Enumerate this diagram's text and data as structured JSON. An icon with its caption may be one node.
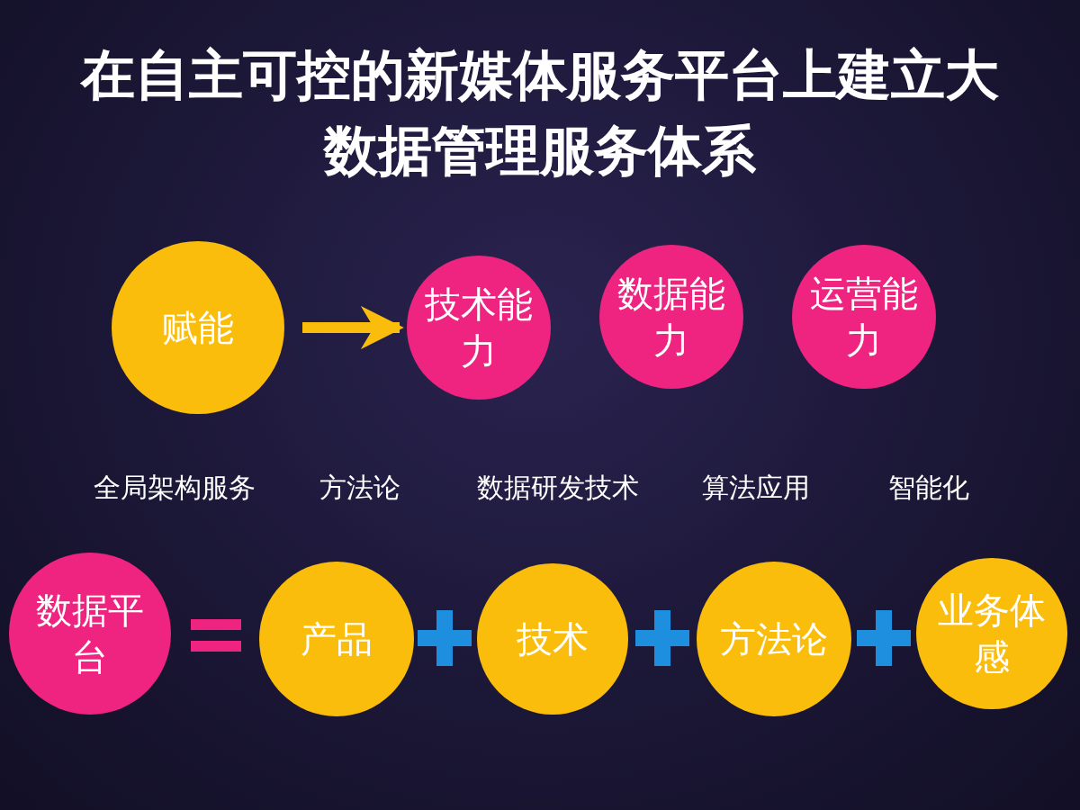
{
  "diagram": {
    "title": "在自主可控的新媒体服务平台上建立大数据管理服务体系",
    "nodes": [
      {
        "text": [
          "赋能"
        ]
      },
      {
        "text": [
          "技术能力"
        ]
      },
      {
        "text": [
          "数据能力"
        ]
      },
      {
        "text": [
          "运营能力"
        ]
      },
      {
        "text": [
          "数据平台"
        ]
      },
      {
        "text": [
          "产品"
        ]
      },
      {
        "text": [
          "技术"
        ]
      },
      {
        "text": [
          "方法论"
        ]
      },
      {
        "text": [
          "业务体感"
        ]
      }
    ],
    "edges": [
      {
        "from": 0,
        "to": 1,
        "arrow": "to"
      }
    ],
    "labels": [
      "全局架构服务",
      "方法论",
      "数据研发技术",
      "算法应用",
      "智能化"
    ]
  }
}
